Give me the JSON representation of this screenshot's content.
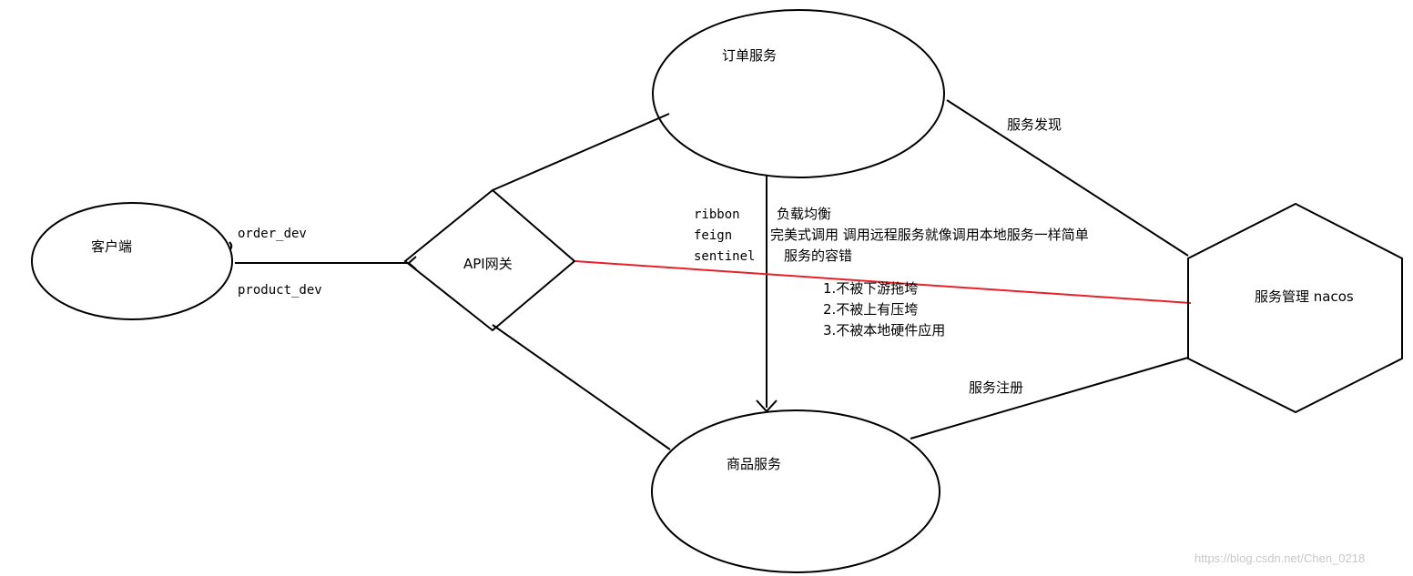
{
  "nodes": {
    "client": "客户端",
    "gateway": "API网关",
    "order_service": "订单服务",
    "product_service": "商品服务",
    "nacos": "服务管理 nacos"
  },
  "edge_labels": {
    "order_dev": "order_dev",
    "product_dev": "product_dev",
    "service_discovery": "服务发现",
    "service_register": "服务注册"
  },
  "components": [
    {
      "name": "ribbon",
      "desc": "负载均衡"
    },
    {
      "name": "feign",
      "desc": "完美式调用 调用远程服务就像调用本地服务一样简单"
    },
    {
      "name": "sentinel",
      "desc": "服务的容错"
    }
  ],
  "sentinel_points": [
    "1.不被下游拖垮",
    "2.不被上有压垮",
    "3.不被本地硬件应用"
  ],
  "watermark": "https://blog.csdn.net/Chen_0218",
  "colors": {
    "stroke": "#000000",
    "highlight_line": "#e8202a",
    "watermark": "#c8c8c8"
  }
}
